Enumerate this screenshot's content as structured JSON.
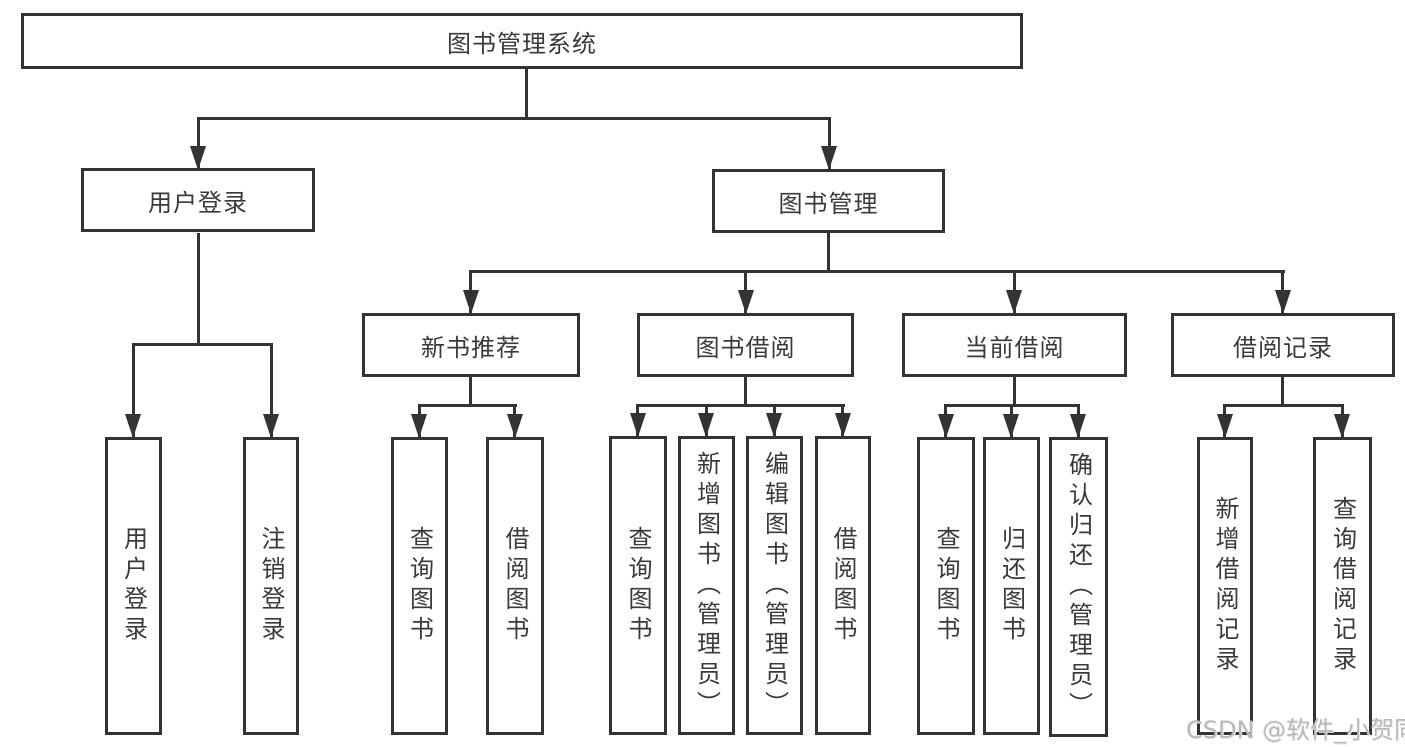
{
  "colors": {
    "background": "#ffffff",
    "line": "#333333",
    "text": "#3a3a3a",
    "watermark": "#b5b9be"
  },
  "diagram": {
    "root": {
      "label": "图书管理系统"
    },
    "login": {
      "label": "用户登录",
      "children": [
        {
          "label": "用户登录"
        },
        {
          "label": "注销登录"
        }
      ]
    },
    "management": {
      "label": "图书管理",
      "groups": [
        {
          "label": "新书推荐",
          "children": [
            {
              "label": "查询图书"
            },
            {
              "label": "借阅图书"
            }
          ]
        },
        {
          "label": "图书借阅",
          "children": [
            {
              "label": "查询图书"
            },
            {
              "label": "新增图书（管理员）"
            },
            {
              "label": "编辑图书（管理员）"
            },
            {
              "label": "借阅图书"
            }
          ]
        },
        {
          "label": "当前借阅",
          "children": [
            {
              "label": "查询图书"
            },
            {
              "label": "归还图书"
            },
            {
              "label": "确认归还（管理员）"
            }
          ]
        },
        {
          "label": "借阅记录",
          "children": [
            {
              "label": "新增借阅记录"
            },
            {
              "label": "查询借阅记录"
            }
          ]
        }
      ]
    }
  },
  "watermark": {
    "text": "CSDN @软件_小贺同学"
  }
}
